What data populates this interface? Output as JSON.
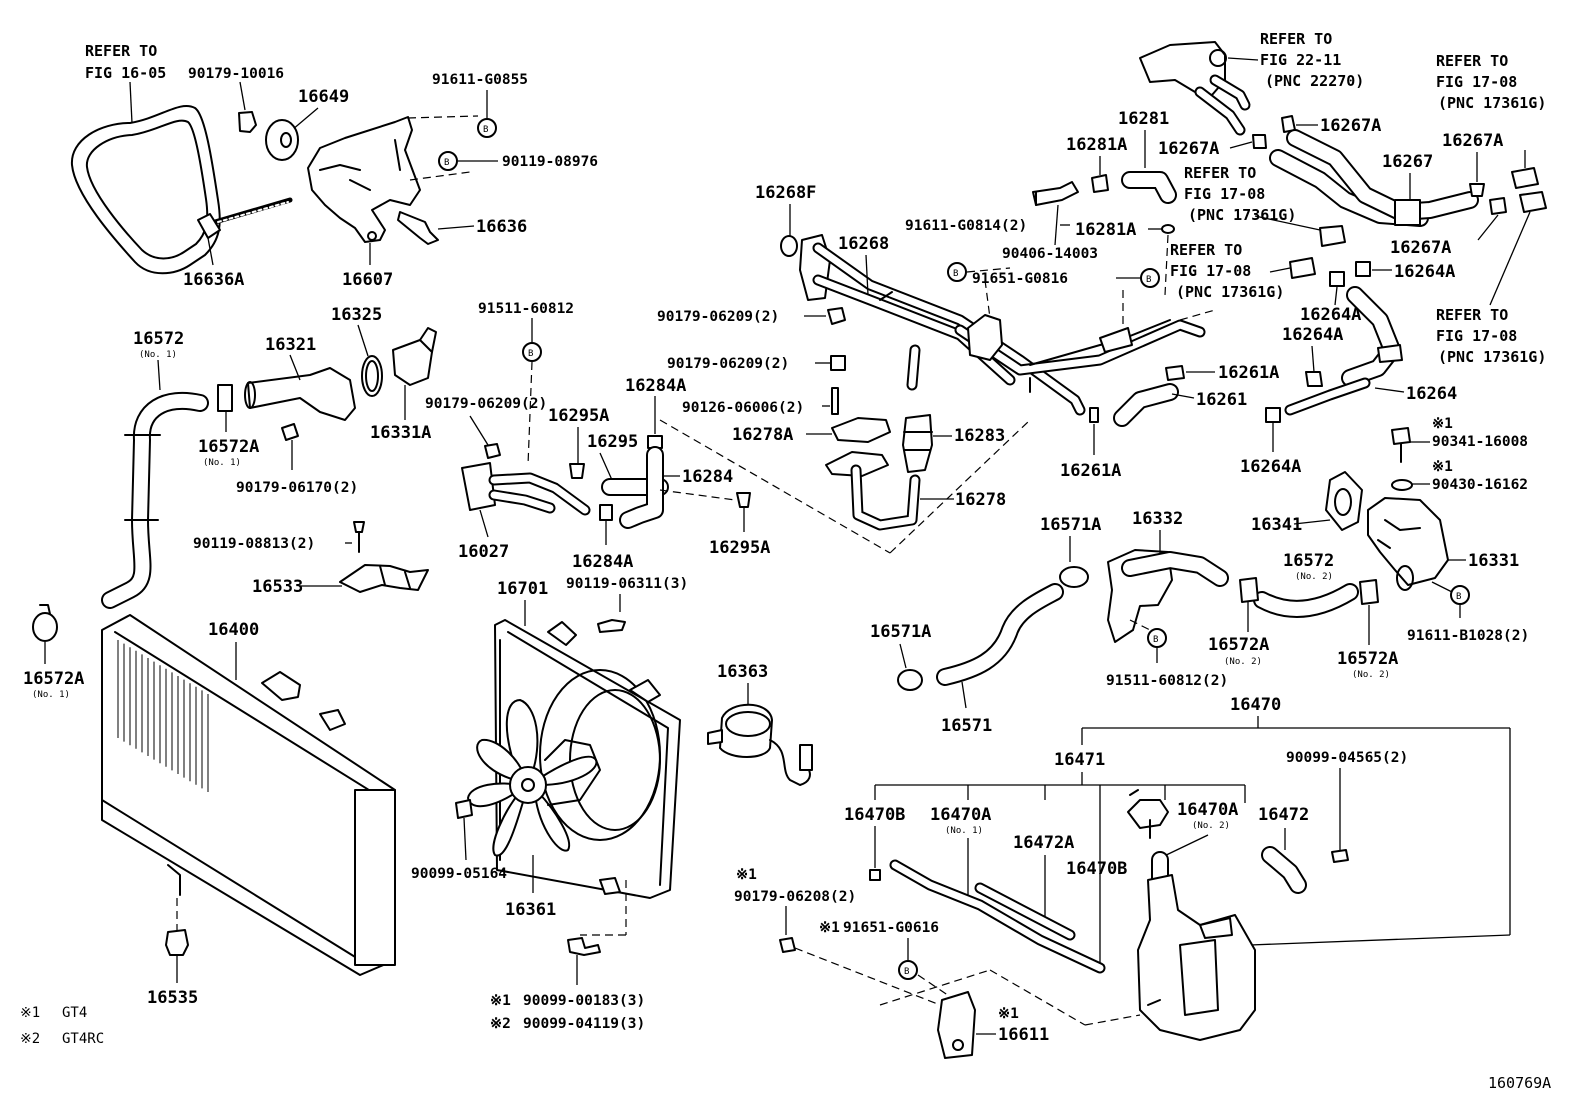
{
  "figure_id": "160769A",
  "refer": {
    "belt": [
      "REFER TO",
      "FIG 16-05"
    ],
    "top_right_a": [
      "REFER TO",
      "FIG 22-11",
      "(PNC 22270)"
    ],
    "top_right_b": [
      "REFER TO",
      "FIG 17-08",
      "(PNC 17361G)"
    ],
    "mid_a": [
      "REFER TO",
      "FIG 17-08",
      "(PNC 17361G)"
    ],
    "mid_b": [
      "REFER TO",
      "FIG 17-08",
      "(PNC 17361G)"
    ],
    "right_c": [
      "REFER TO",
      "FIG 17-08",
      "(PNC 17361G)"
    ]
  },
  "parts": {
    "p90179_10016": "90179-10016",
    "p16649": "16649",
    "p91611_g0855": "91611-G0855",
    "p90119_08976": "90119-08976",
    "p16636": "16636",
    "p16636a": "16636A",
    "p16607": "16607",
    "p16572": "16572",
    "p16572_sub": "(No. 1)",
    "p16321": "16321",
    "p16325": "16325",
    "p16572a_1": "16572A",
    "p16572a_1_sub": "(No. 1)",
    "p16331a": "16331A",
    "p90179_06170": "90179-06170(2)",
    "p90119_08813": "90119-08813(2)",
    "p16533": "16533",
    "p16572a_2": "16572A",
    "p16572a_2_sub": "(No. 1)",
    "p16400": "16400",
    "p16535": "16535",
    "p91511_60812_top": "91511-60812",
    "p90179_06209_a": "90179-06209(2)",
    "p16295a_top": "16295A",
    "p16284a_top": "16284A",
    "p16295": "16295",
    "p16284": "16284",
    "p16027": "16027",
    "p16284a_bot": "16284A",
    "p16295a_bot": "16295A",
    "p90119_06311": "90119-06311(3)",
    "p16701": "16701",
    "p16363": "16363",
    "p90099_05164": "90099-05164",
    "p16361": "16361",
    "p90099_00183": "90099-00183(3)",
    "p90099_04119": "90099-04119(3)",
    "p16268f": "16268F",
    "p16268": "16268",
    "p90179_06209_b": "90179-06209(2)",
    "p90179_06209_c": "90179-06209(2)",
    "p90126_06006": "90126-06006(2)",
    "p16278a": "16278A",
    "p16283": "16283",
    "p16278": "16278",
    "p16281": "16281",
    "p16281a_1": "16281A",
    "p16281a_2": "16281A",
    "p91611_g0814": "91611-G0814(2)",
    "p90406_14003": "90406-14003",
    "p91651_g0816": "91651-G0816",
    "p16261a_1": "16261A",
    "p16261": "16261",
    "p16261a_2": "16261A",
    "p16267a_1": "16267A",
    "p16267a_2": "16267A",
    "p16267": "16267",
    "p16267a_3": "16267A",
    "p16267a_4": "16267A",
    "p16264a_1": "16264A",
    "p16264a_2": "16264A",
    "p16264a_3": "16264A",
    "p16264": "16264",
    "p16264a_4": "16264A",
    "p90341_16008": "90341-16008",
    "p90430_16162": "90430-16162",
    "p16341": "16341",
    "p16331": "16331",
    "p16571a_1": "16571A",
    "p16332": "16332",
    "p16572_b": "16572",
    "p16572_b_sub": "(No. 2)",
    "p16571a_2": "16571A",
    "p16572a_3": "16572A",
    "p16572a_3_sub": "(No. 2)",
    "p16572a_4": "16572A",
    "p16572a_4_sub": "(No. 2)",
    "p91611_b1028": "91611-B1028(2)",
    "p16571": "16571",
    "p91511_60812_bot": "91511-60812(2)",
    "p16470": "16470",
    "p16471": "16471",
    "p90099_04565": "90099-04565(2)",
    "p16470b_1": "16470B",
    "p16470a_1": "16470A",
    "p16470a_1_sub": "(No. 1)",
    "p16472a": "16472A",
    "p16470a_2": "16470A",
    "p16470a_2_sub": "(No. 2)",
    "p16472": "16472",
    "p16470b_2": "16470B",
    "p90179_06208": "90179-06208(2)",
    "p91651_g0616": "91651-G0616",
    "p16611": "16611"
  },
  "marks": {
    "star1": "※1",
    "star2": "※2",
    "bolt_b": "B"
  },
  "legend": {
    "gt4_mark": "※1",
    "gt4": "GT4",
    "gt4rc_mark": "※2",
    "gt4rc": "GT4RC"
  }
}
